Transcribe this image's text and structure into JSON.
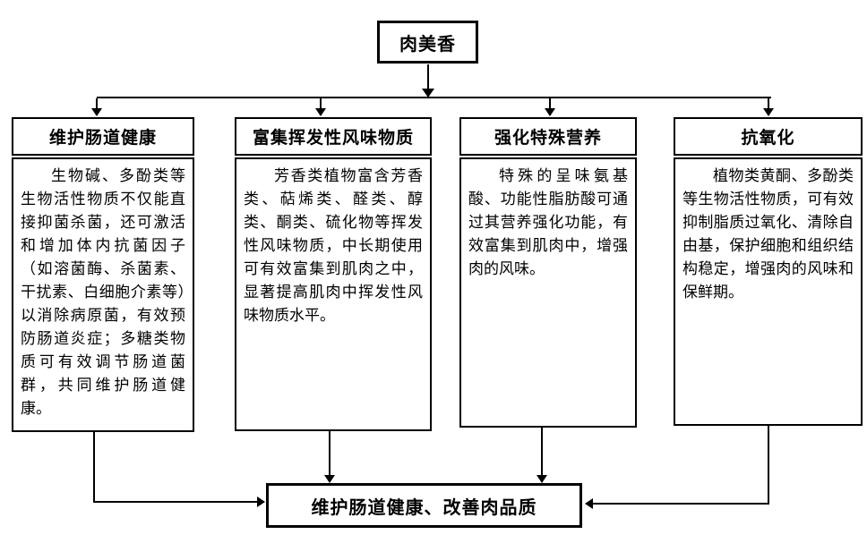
{
  "diagram": {
    "root": {
      "label": "肉美香"
    },
    "branches": [
      {
        "title": "维护肠道健康",
        "body": "生物碱、多酚类等生物活性物质不仅能直接抑菌杀菌，还可激活和增加体内抗菌因子（如溶菌酶、杀菌素、干扰素、白细胞介素等）以消除病原菌，有效预防肠道炎症；多糖类物质可有效调节肠道菌群，共同维护肠道健康。"
      },
      {
        "title": "富集挥发性风味物质",
        "body": "芳香类植物富含芳香类、萜烯类、醛类、醇类、酮类、硫化物等挥发性风味物质，中长期使用可有效富集到肌肉之中，显著提高肌肉中挥发性风味物质水平。"
      },
      {
        "title": "强化特殊营养",
        "body": "特殊的呈味氨基酸、功能性脂肪酸可通过其营养强化功能，有效富集到肌肉中，增强肉的风味。"
      },
      {
        "title": "抗氧化",
        "body": "植物类黄酮、多酚类等生物活性物质，可有效抑制脂质过氧化、清除自由基，保护细胞和组织结构稳定，增强肉的风味和保鲜期。"
      }
    ],
    "outcome": {
      "label": "维护肠道健康、改善肉品质"
    },
    "colors": {
      "border": "#000000",
      "background": "#ffffff",
      "text": "#000000"
    }
  }
}
